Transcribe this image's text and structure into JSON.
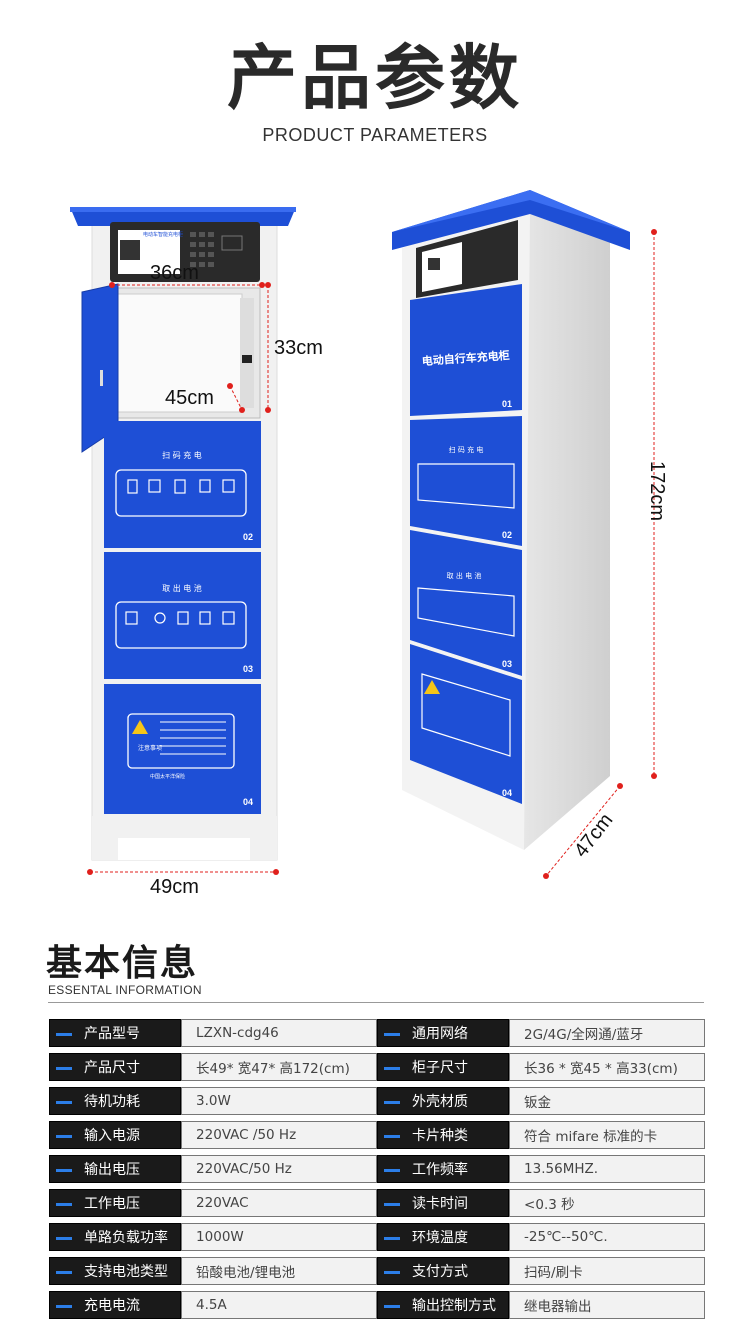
{
  "header": {
    "title": "产品参数",
    "subtitle": "PRODUCT PARAMETERS"
  },
  "figure": {
    "cabinet_front": {
      "screen_label": "电动车智能充电柜",
      "door_labels": [
        "02",
        "03",
        "04"
      ],
      "panel_scan_title": "扫 码 充 电",
      "panel_take_title": "取 出 电 池",
      "panel_notice_title": "注意事项",
      "notice_brand": "中国太平洋保险"
    },
    "cabinet_side": {
      "main_label": "电动自行车充电柜",
      "door_labels": [
        "01",
        "02",
        "03",
        "04"
      ],
      "panel_scan_title": "扫 码 充 电",
      "panel_take_title": "取 出 电 池"
    },
    "dimensions": {
      "width_inner": "36cm",
      "height_inner": "33cm",
      "depth_inner": "45cm",
      "width": "49cm",
      "height": "172cm",
      "depth": "47cm"
    },
    "colors": {
      "blue": "#1e4fd6",
      "dim_red": "#e0201c",
      "body": "#f2f2f2"
    }
  },
  "basic_info": {
    "title": "基本信息",
    "subtitle": "ESSENTAL INFORMATION",
    "rows": [
      {
        "l1": "产品型号",
        "v1": "LZXN-cdg46",
        "l2": "通用网络",
        "v2": "2G/4G/全网通/蓝牙"
      },
      {
        "l1": "产品尺寸",
        "v1": "长49* 宽47* 高172(cm)",
        "l2": "柜子尺寸",
        "v2": "长36 * 宽45 * 高33(cm)"
      },
      {
        "l1": "待机功耗",
        "v1": "3.0W",
        "l2": "外壳材质",
        "v2": "钣金"
      },
      {
        "l1": "输入电源",
        "v1": "220VAC /50 Hz",
        "l2": "卡片种类",
        "v2": "符合 mifare 标准的卡"
      },
      {
        "l1": "输出电压",
        "v1": "220VAC/50 Hz",
        "l2": "工作频率",
        "v2": "13.56MHZ."
      },
      {
        "l1": "工作电压",
        "v1": "220VAC",
        "l2": "读卡时间",
        "v2": "<0.3 秒"
      },
      {
        "l1": "单路负载功率",
        "v1": "1000W",
        "l2": "环境温度",
        "v2": "-25℃--50℃."
      },
      {
        "l1": "支持电池类型",
        "v1": "铅酸电池/锂电池",
        "l2": "支付方式",
        "v2": "扫码/刷卡"
      },
      {
        "l1": "充电电流",
        "v1": "4.5A",
        "l2": "输出控制方式",
        "v2": "继电器输出"
      }
    ]
  }
}
